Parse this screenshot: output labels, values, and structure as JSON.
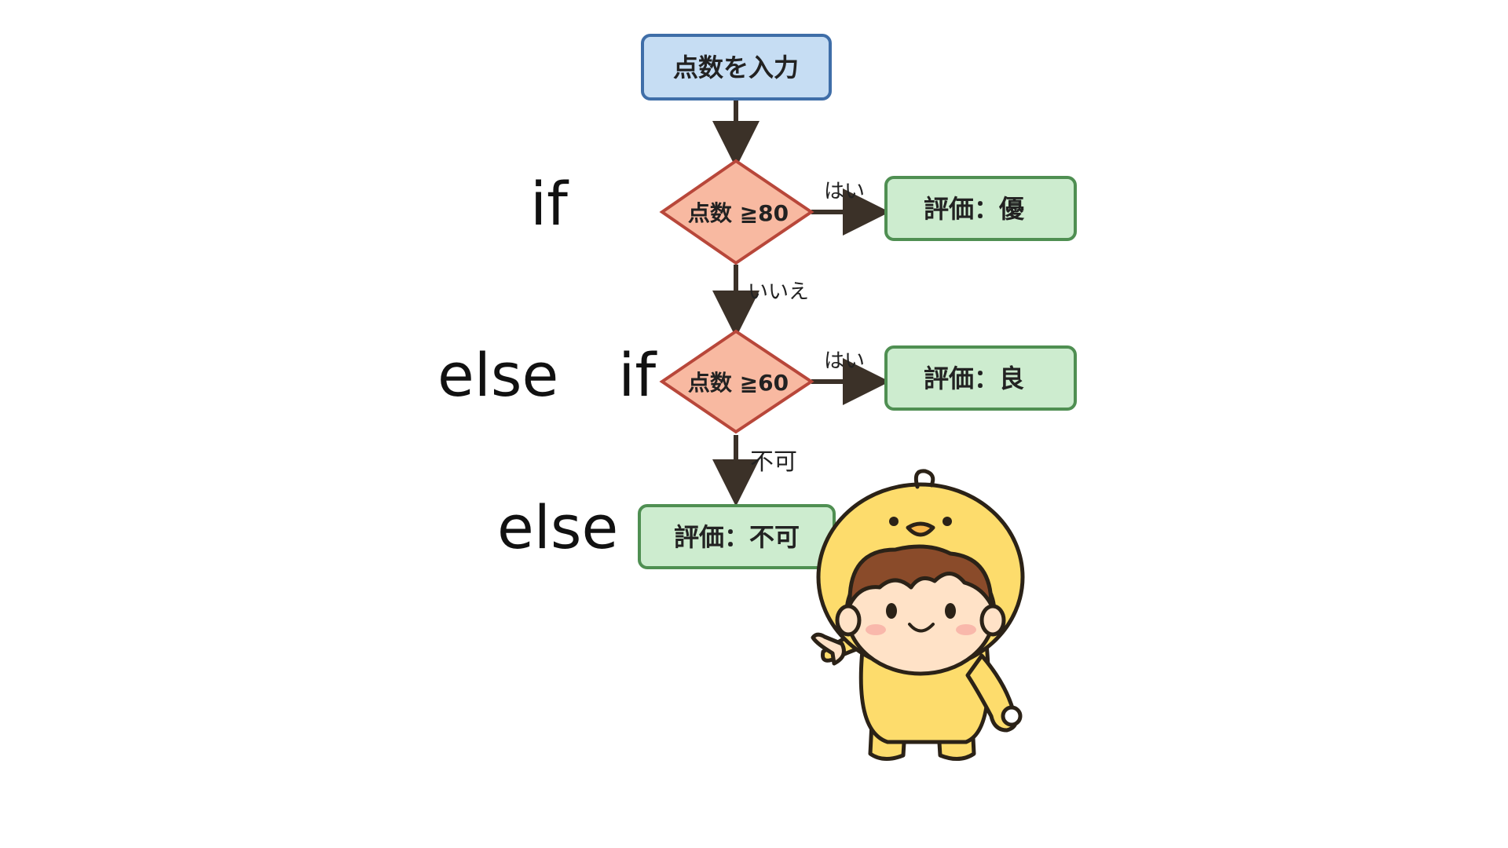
{
  "keywords": {
    "if": "if",
    "else_if": "else　if",
    "else": "else"
  },
  "nodes": {
    "start": "点数を入力",
    "cond1": "点数 ≧80",
    "cond2": "点数 ≧60",
    "result_excellent": "評価：優",
    "result_good": "評価：良",
    "result_fail": "評価：不可"
  },
  "edges": {
    "cond1_yes": "はい",
    "cond1_no": "いいえ",
    "cond2_yes": "はい",
    "cond2_no": "不可"
  },
  "colors": {
    "start_fill": "#c6ddf3",
    "start_stroke": "#3f6ea8",
    "decision_fill": "#f8b9a1",
    "decision_stroke": "#b8473a",
    "result_fill": "#cdeccf",
    "result_stroke": "#4f8f52",
    "arrow": "#3b3128",
    "mascot_suit": "#fddc6c",
    "mascot_outline": "#2b2217"
  }
}
